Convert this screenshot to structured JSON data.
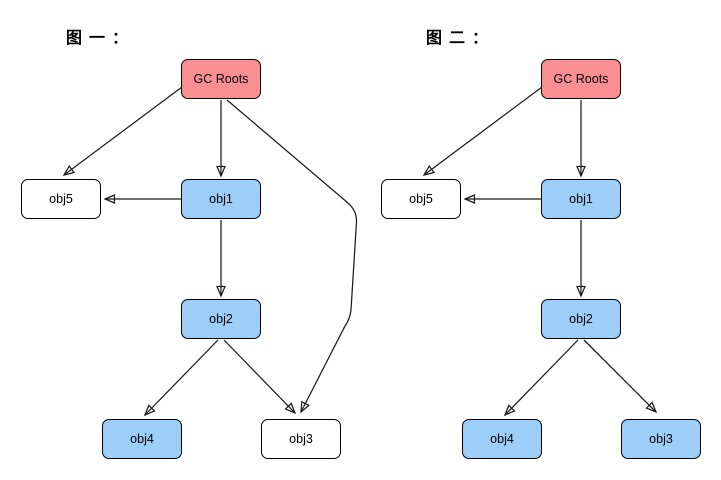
{
  "colors": {
    "background": "#ffffff",
    "root_fill": "#F98F92",
    "reachable_fill": "#9DCDF9",
    "unreachable_fill": "#ffffff",
    "node_border": "#000000",
    "edge": "#1c1c1c",
    "text": "#000000"
  },
  "diagrams": [
    {
      "title": "图一：",
      "nodes": [
        {
          "id": "gc-roots",
          "label": "GC Roots",
          "state": "root"
        },
        {
          "id": "obj5",
          "label": "obj5",
          "state": "unreachable"
        },
        {
          "id": "obj1",
          "label": "obj1",
          "state": "reachable"
        },
        {
          "id": "obj2",
          "label": "obj2",
          "state": "reachable"
        },
        {
          "id": "obj4",
          "label": "obj4",
          "state": "reachable"
        },
        {
          "id": "obj3",
          "label": "obj3",
          "state": "unreachable"
        }
      ],
      "edges": [
        {
          "from": "GC Roots",
          "to": "obj5"
        },
        {
          "from": "GC Roots",
          "to": "obj1"
        },
        {
          "from": "GC Roots",
          "to": "obj3"
        },
        {
          "from": "obj1",
          "to": "obj5"
        },
        {
          "from": "obj1",
          "to": "obj2"
        },
        {
          "from": "obj2",
          "to": "obj4"
        },
        {
          "from": "obj2",
          "to": "obj3"
        }
      ]
    },
    {
      "title": "图二：",
      "nodes": [
        {
          "id": "gc-roots",
          "label": "GC Roots",
          "state": "root"
        },
        {
          "id": "obj5",
          "label": "obj5",
          "state": "unreachable"
        },
        {
          "id": "obj1",
          "label": "obj1",
          "state": "reachable"
        },
        {
          "id": "obj2",
          "label": "obj2",
          "state": "reachable"
        },
        {
          "id": "obj4",
          "label": "obj4",
          "state": "reachable"
        },
        {
          "id": "obj3",
          "label": "obj3",
          "state": "reachable"
        }
      ],
      "edges": [
        {
          "from": "GC Roots",
          "to": "obj5"
        },
        {
          "from": "GC Roots",
          "to": "obj1"
        },
        {
          "from": "obj1",
          "to": "obj5"
        },
        {
          "from": "obj1",
          "to": "obj2"
        },
        {
          "from": "obj2",
          "to": "obj4"
        },
        {
          "from": "obj2",
          "to": "obj3"
        }
      ]
    }
  ]
}
